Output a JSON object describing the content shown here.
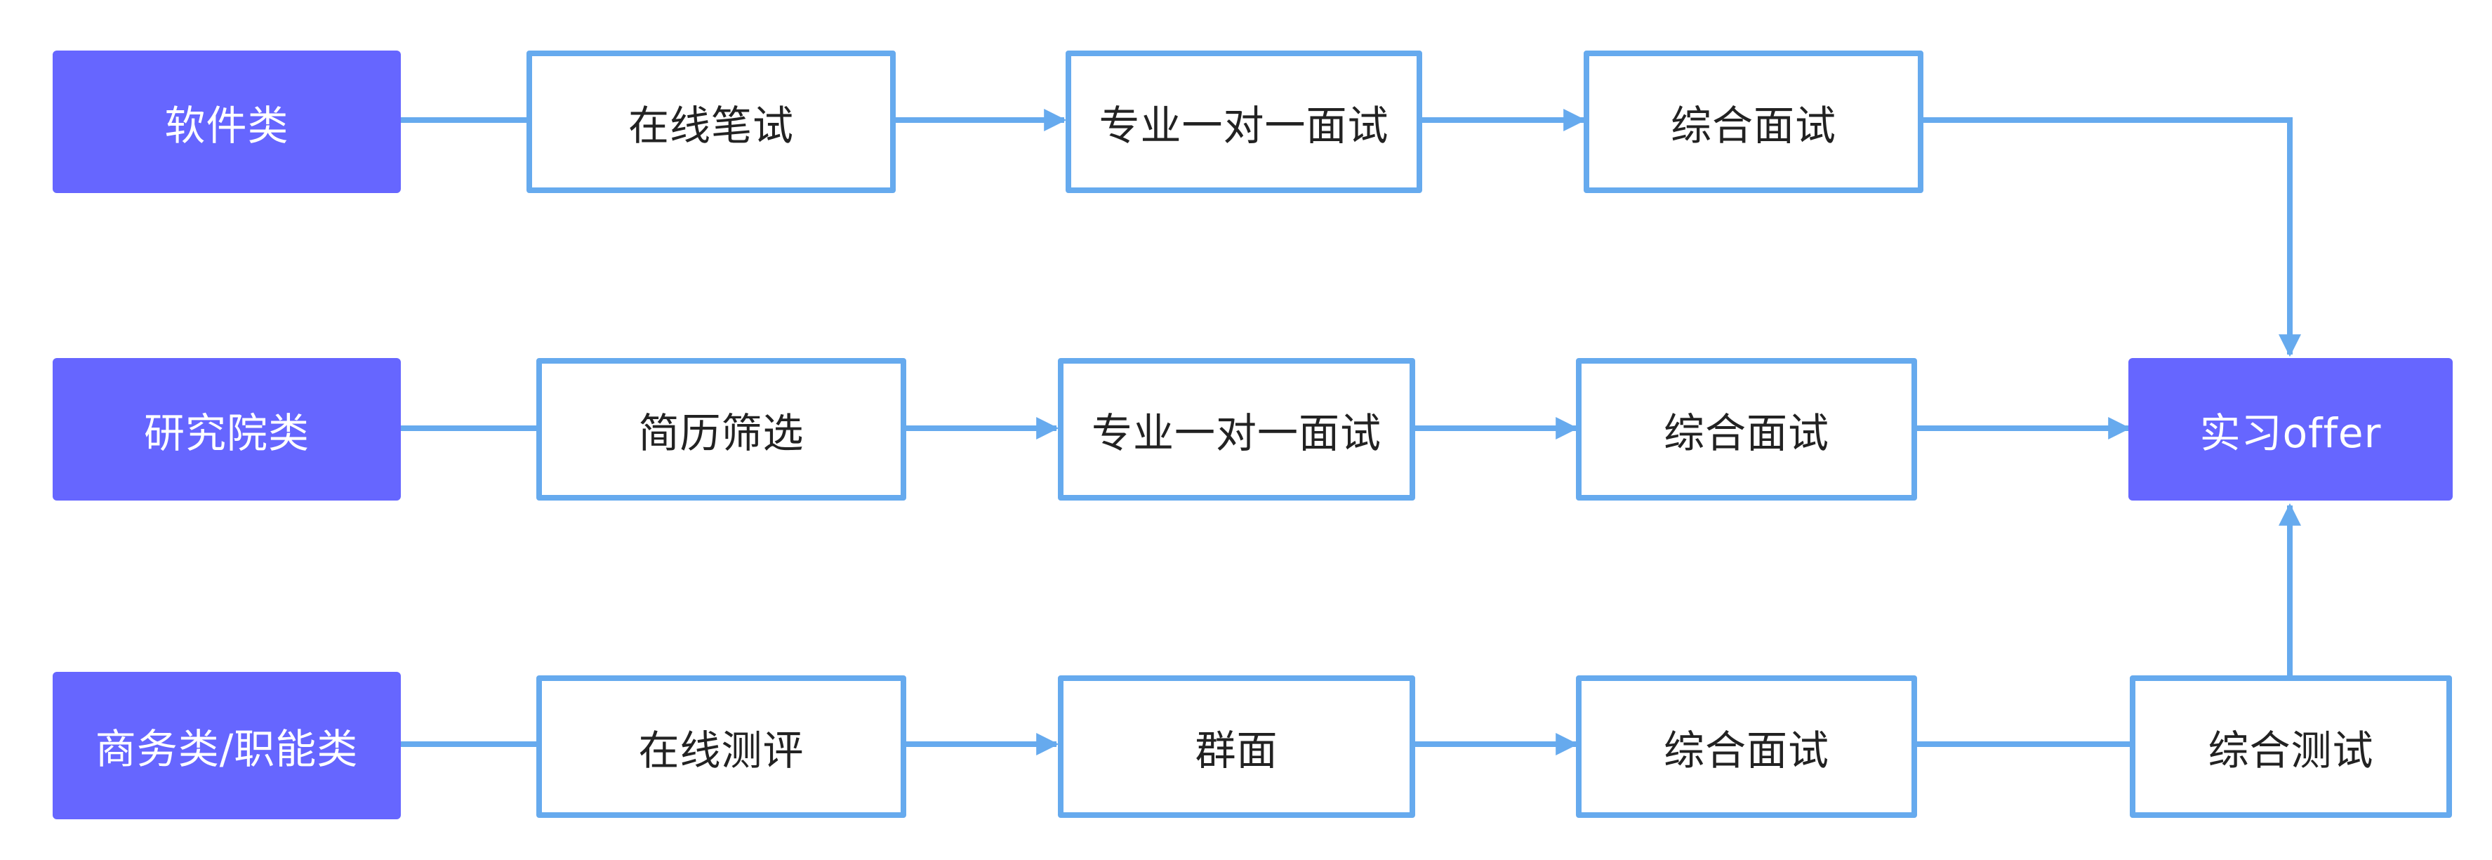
{
  "colors": {
    "category_fill": "#6666ff",
    "step_border": "#66aaee",
    "connector": "#66aaee",
    "category_text": "#ffffff",
    "step_text": "#222222"
  },
  "rows": {
    "software": {
      "category": "软件类",
      "steps": [
        "在线笔试",
        "专业一对一面试",
        "综合面试"
      ]
    },
    "research": {
      "category": "研究院类",
      "steps": [
        "简历筛选",
        "专业一对一面试",
        "综合面试"
      ]
    },
    "business": {
      "category": "商务类/职能类",
      "steps": [
        "在线测评",
        "群面",
        "综合面试",
        "综合测试"
      ]
    }
  },
  "result": "实习offer"
}
